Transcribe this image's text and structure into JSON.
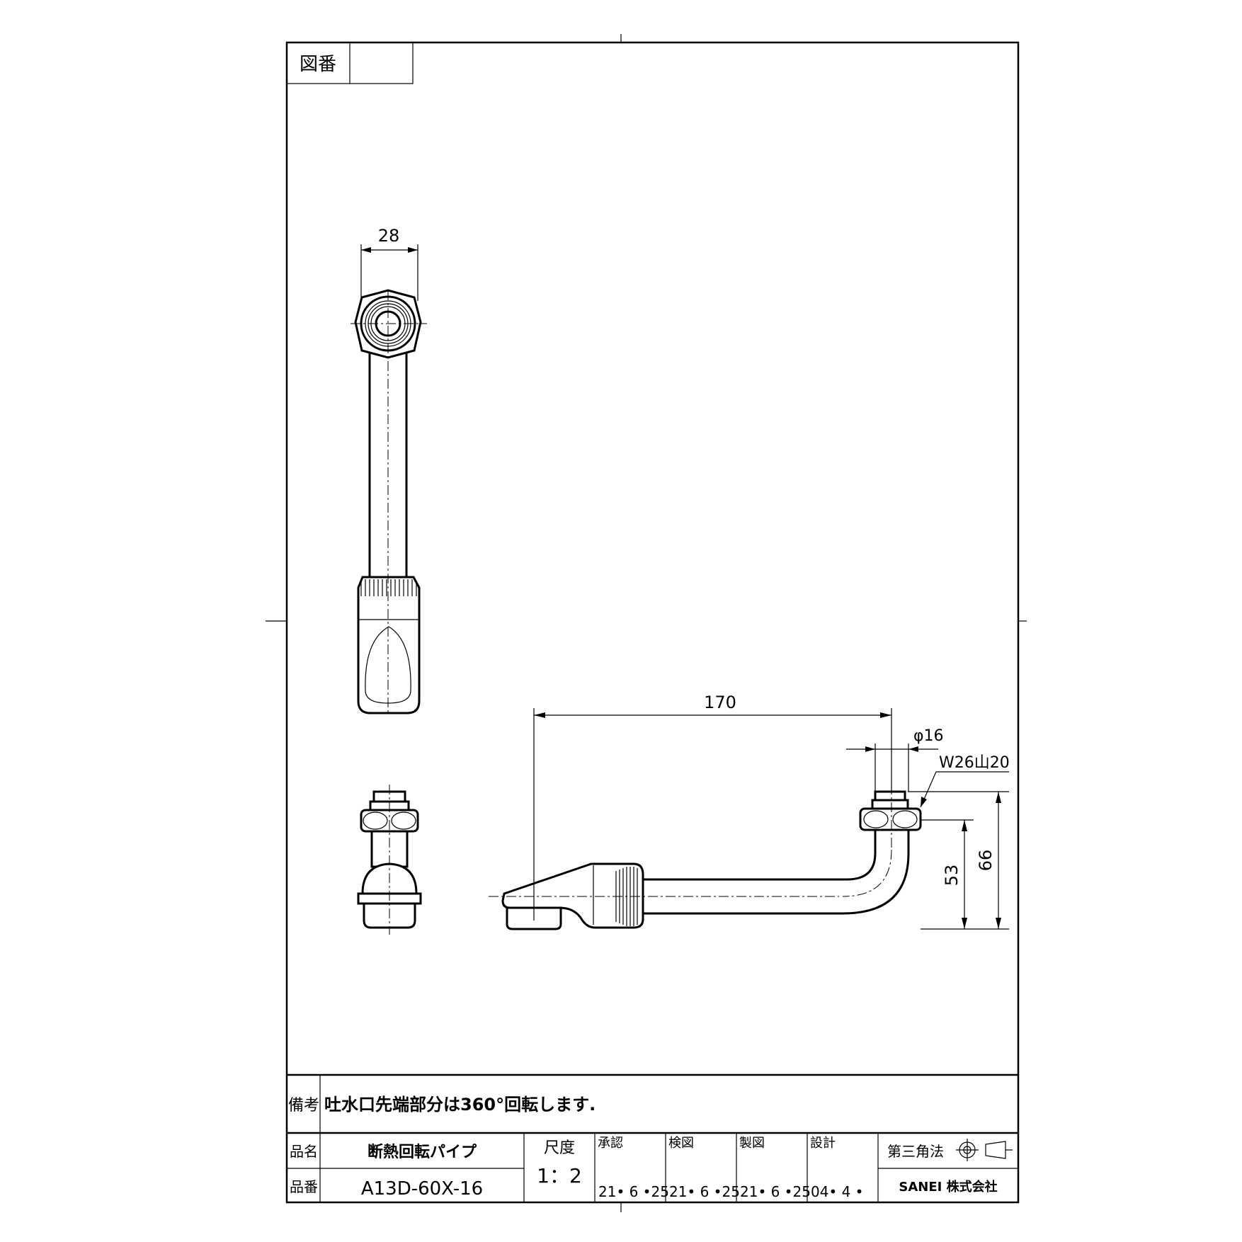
{
  "drawing_number_label": "図番",
  "drawing_number_value": "",
  "remarks_label": "備考",
  "remarks_text": "吐水口先端部分は360°回転します.",
  "product_name_label": "品名",
  "product_name": "断熱回転パイプ",
  "product_number_label": "品番",
  "product_number": "A13D-60X-16",
  "scale_label": "尺度",
  "scale_value": "1：2",
  "approvals": [
    {
      "label": "承認",
      "date": "21• 6 •25"
    },
    {
      "label": "検図",
      "date": "21• 6 •25"
    },
    {
      "label": "製図",
      "date": "21• 6 •25"
    },
    {
      "label": "設計",
      "date": "04• 4 •"
    }
  ],
  "projection_label": "第三角法",
  "company": "SANEI 株式会社",
  "dimensions": {
    "width_top": "28",
    "length": "170",
    "pipe_diameter": "φ16",
    "thread": "W26山20",
    "height_inner": "53",
    "height_outer": "66"
  }
}
